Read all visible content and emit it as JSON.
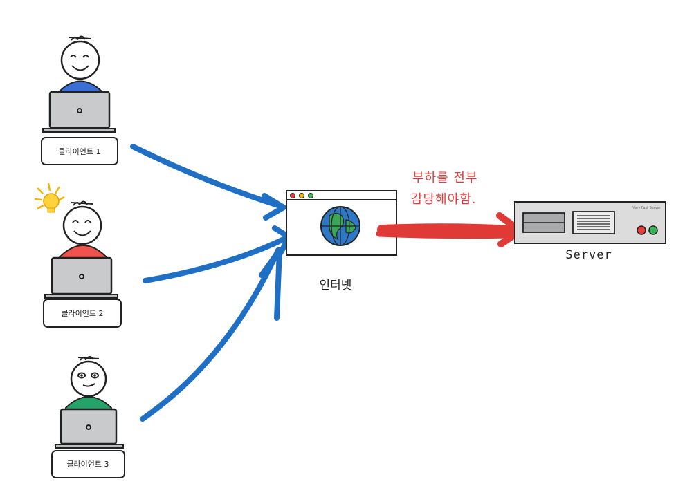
{
  "clients": [
    {
      "label": "클라이언트 1",
      "shirt_color": "#3b6fd6",
      "face": "happy"
    },
    {
      "label": "클라이언트 2",
      "shirt_color": "#f0524e",
      "face": "happy-idea"
    },
    {
      "label": "클라이언트 3",
      "shirt_color": "#25a46a",
      "face": "surprised"
    }
  ],
  "internet": {
    "label": "인터넷"
  },
  "server": {
    "label": "Server",
    "badge": "Very Fast Server"
  },
  "note": {
    "line1": "부하를 전부",
    "line2": "감당해야함."
  },
  "colors": {
    "client_arrows": "#1f6fc4",
    "server_arrow": "#e03a36",
    "note_text": "#e53b3b"
  },
  "icons": {
    "internet": "globe-browser-icon",
    "idea": "lightbulb-icon",
    "server": "server-rack-icon"
  }
}
